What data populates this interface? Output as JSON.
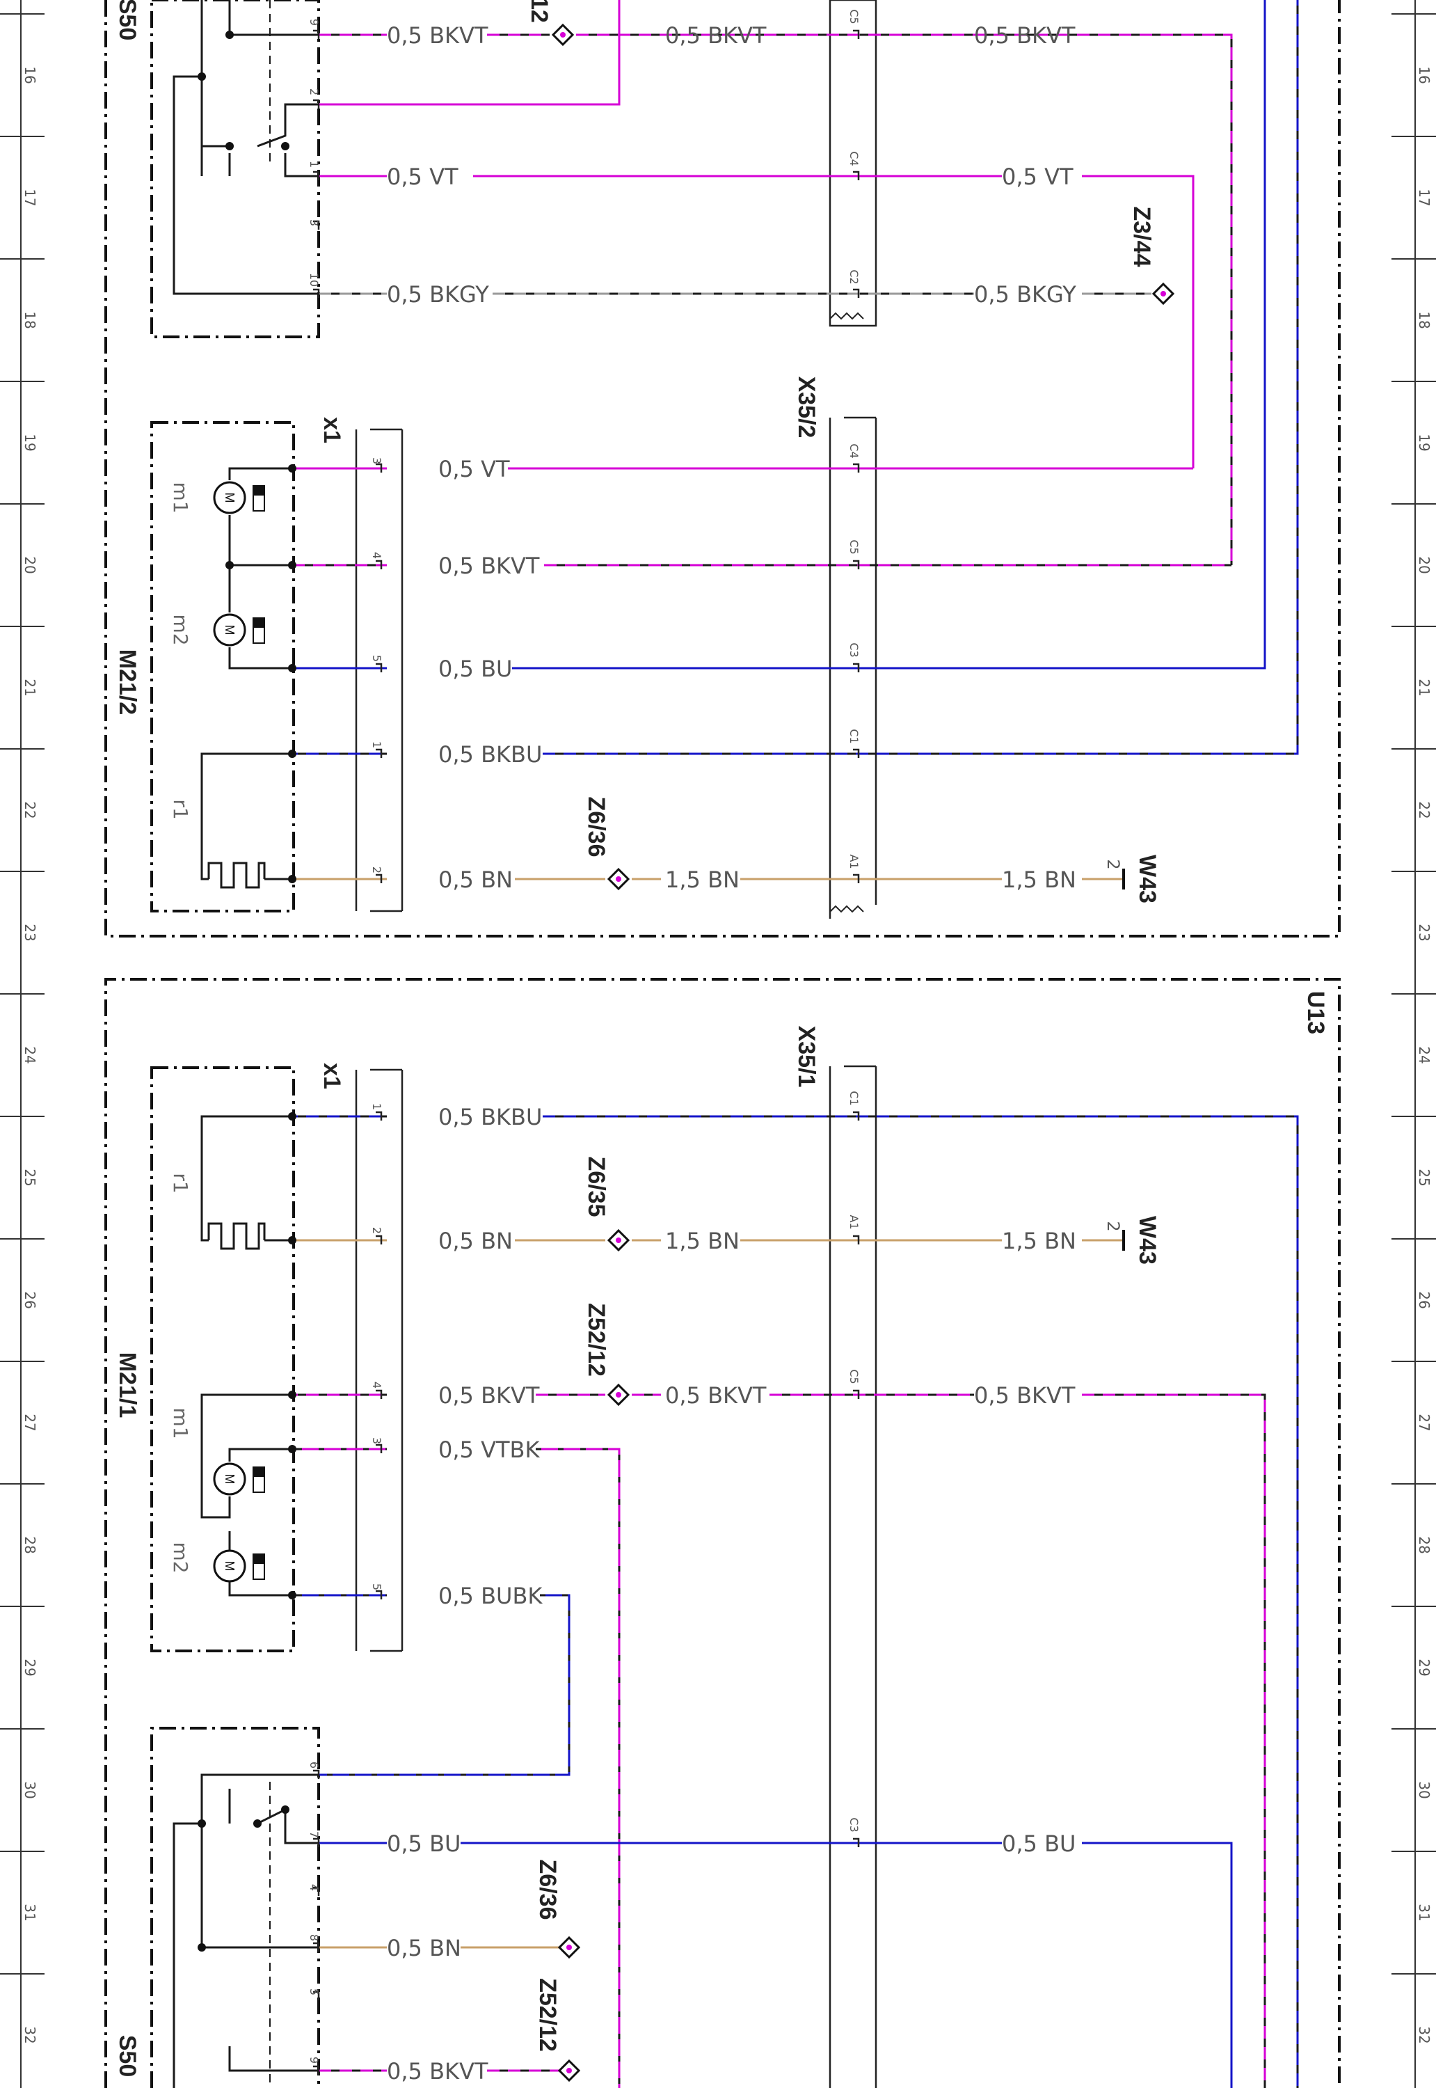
{
  "colors": {
    "violet": "#d600d6",
    "black": "#1a1a1a",
    "blue": "#1414c8",
    "brown": "#c8a06a",
    "gray": "#9a9a9a",
    "text": "#555555",
    "labelText": "#222222"
  },
  "ruler": [
    "16",
    "17",
    "18",
    "19",
    "20",
    "21",
    "22",
    "23",
    "24",
    "25",
    "26",
    "27",
    "28",
    "29",
    "30",
    "31",
    "32"
  ],
  "modules": {
    "u13": "U13",
    "m21_2": "M21/2",
    "m21_1": "M21/1",
    "s50_top": "S50",
    "s50_bottom": "S50",
    "x35_2": "X35/2",
    "x35_1": "X35/1",
    "x1_top": "x1",
    "x1_bottom": "x1",
    "frag_top": "12"
  },
  "components": {
    "m1": "m1",
    "m2": "m2",
    "r1": "r1",
    "m1b": "m1",
    "m2b": "m2",
    "r1b": "r1",
    "motor": "M"
  },
  "splices": {
    "z6_36_top": "Z6/36",
    "z3_44": "Z3/44",
    "z6_35": "Z6/35",
    "z52_12_mid": "Z52/12",
    "z6_36_bottom": "Z6/36",
    "z52_12_bottom": "Z52/12"
  },
  "grounds": {
    "w43_top": "W43",
    "w43_top_pin": "2",
    "w43_bottom": "W43",
    "w43_bottom_pin": "2"
  },
  "pins": {
    "s50t_9": "9",
    "s50t_2": "2",
    "s50t_1": "1",
    "s50t_3": "3",
    "s50t_10": "10",
    "m212_3": "3",
    "m212_4": "4",
    "m212_5": "5",
    "m212_1": "1",
    "m212_2": "2",
    "m211_1": "1",
    "m211_2": "2",
    "m211_4": "4",
    "m211_3": "3",
    "m211_5": "5",
    "s50b_6": "6",
    "s50b_7": "7",
    "s50b_4": "4",
    "s50b_8": "8",
    "s50b_5": "5",
    "s50b_9": "9",
    "c5a": "C5",
    "c4a": "C4",
    "c2a": "C2",
    "c4b": "C4",
    "c5b": "C5",
    "c3b": "C3",
    "c1b": "C1",
    "a1b": "A1",
    "c1c": "C1",
    "a1c": "A1",
    "c5c": "C5",
    "c3c": "C3"
  },
  "wires": {
    "w1a": "0,5 BKVT",
    "w1b": "0,5 BKVT",
    "w1c": "0,5 BKVT",
    "w2a": "0,5 VT",
    "w2b": "0,5 VT",
    "w3a": "0,5 BKGY",
    "w3b": "0,5 BKGY",
    "w4": "0,5 VT",
    "w5": "0,5 BKVT",
    "w6": "0,5 BU",
    "w7": "0,5 BKBU",
    "w8a": "0,5 BN",
    "w8b": "1,5 BN",
    "w8c": "1,5 BN",
    "w9": "0,5 BKBU",
    "w10a": "0,5 BN",
    "w10b": "1,5 BN",
    "w10c": "1,5 BN",
    "w11a": "0,5 BKVT",
    "w11b": "0,5 BKVT",
    "w11c": "0,5 BKVT",
    "w12": "0,5 VTBK",
    "w13": "0,5 BUBK",
    "w14a": "0,5 BU",
    "w14b": "0,5 BU",
    "w15": "0,5 BN",
    "w16": "0,5 BKVT"
  }
}
